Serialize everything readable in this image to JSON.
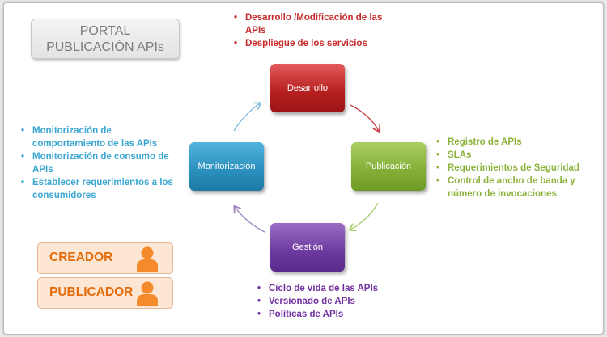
{
  "title": {
    "line1": "PORTAL",
    "line2": "PUBLICACIÓN APIs"
  },
  "colors": {
    "desarrollo": "#b51e1e",
    "publicacion": "#83ad36",
    "gestion": "#6c3a9e",
    "monitorizacion": "#2a8fbd",
    "role_text": "#e46c0a",
    "role_fill": "#fde6d3"
  },
  "nodes": {
    "desarrollo": "Desarrollo",
    "publicacion": "Publicación",
    "gestion": "Gestión",
    "monitorizacion": "Monitorización"
  },
  "lists": {
    "desarrollo": [
      "Desarrollo /Modificación de las APIs",
      "Despliegue de los servicios"
    ],
    "publicacion": [
      "Registro de APIs",
      "SLAs",
      "Requerimientos de Seguridad",
      "Control de ancho de banda y número de invocaciones"
    ],
    "gestion": [
      "Ciclo de vida de las APIs",
      "Versionado de APIs",
      "Políticas de APIs"
    ],
    "monitorizacion": [
      "Monitorización de comportamiento de las APIs",
      "Monitorización de consumo de APIs",
      "Establecer requerimientos a los consumidores"
    ]
  },
  "roles": [
    {
      "label": "CREADOR",
      "icon": "person-icon"
    },
    {
      "label": "PUBLICADOR",
      "icon": "person-icon"
    }
  ]
}
